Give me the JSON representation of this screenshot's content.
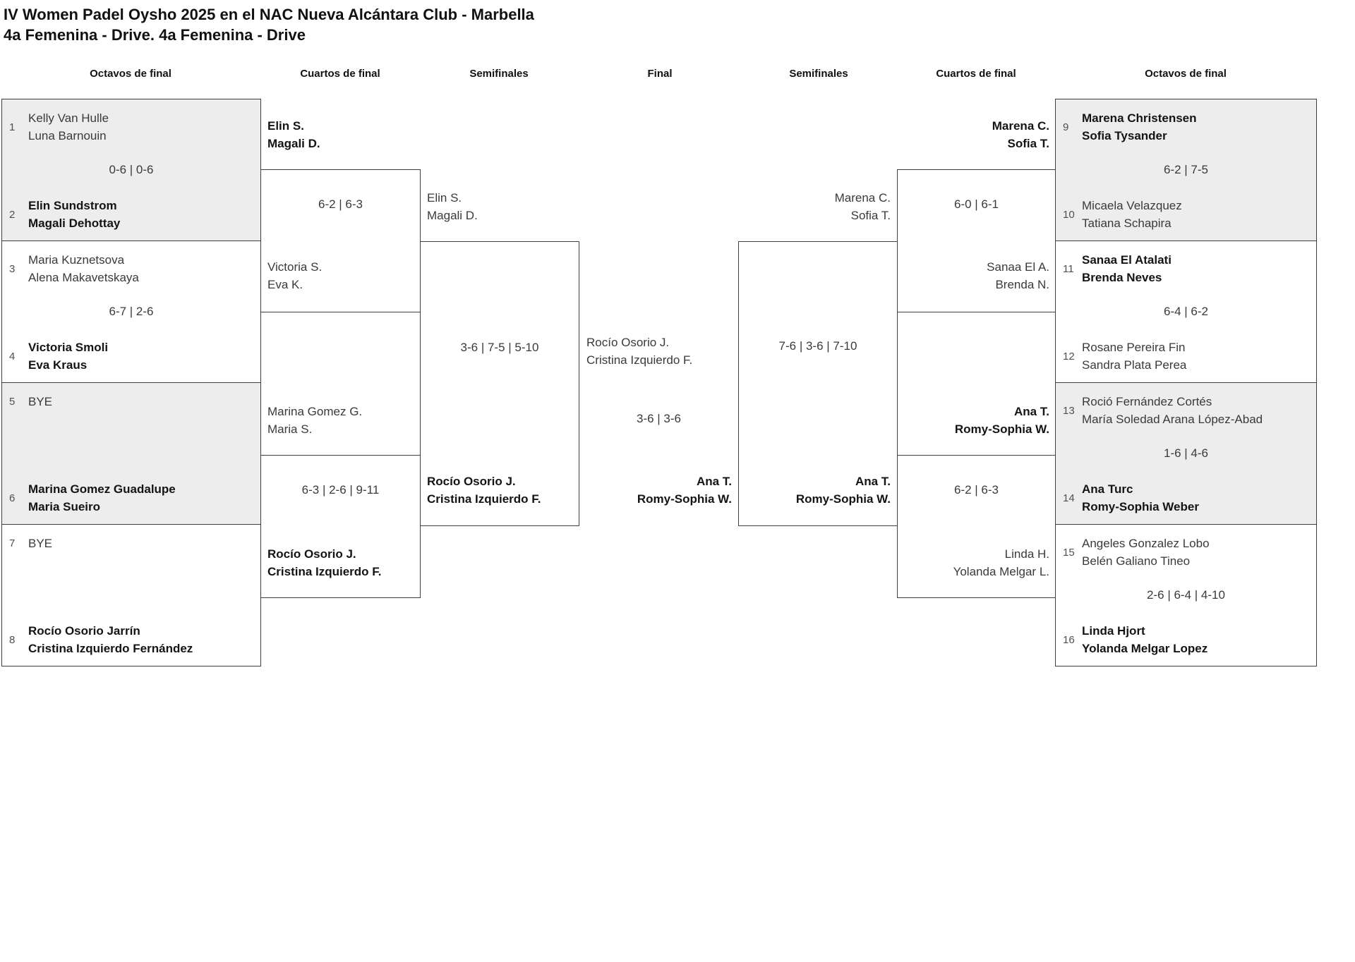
{
  "title": {
    "line1": "IV Women Padel Oysho 2025 en el NAC Nueva Alcántara Club - Marbella",
    "line2": "4a Femenina - Drive. 4a Femenina - Drive"
  },
  "columns": [
    "Octavos de final",
    "Cuartos de final",
    "Semifinales",
    "Final",
    "Semifinales",
    "Cuartos de final",
    "Octavos de final"
  ],
  "colors": {
    "background": "#ffffff",
    "box_fill_alt": "#ededed",
    "border": "#3f3f3f",
    "text": "#3a3a3a",
    "winner_text": "#141414",
    "seed": "#4f4f4f",
    "title": "#111111"
  },
  "octavos_left": [
    {
      "score": "0-6 | 0-6",
      "top": {
        "seed": "1",
        "p1": "Kelly Van Hulle",
        "p2": "Luna Barnouin"
      },
      "bottom": {
        "seed": "2",
        "p1": "Elin Sundstrom",
        "p2": "Magali Dehottay"
      }
    },
    {
      "score": "6-7 | 2-6",
      "top": {
        "seed": "3",
        "p1": "Maria Kuznetsova",
        "p2": "Alena Makavetskaya"
      },
      "bottom": {
        "seed": "4",
        "p1": "Victoria Smoli",
        "p2": "Eva Kraus"
      }
    },
    {
      "score": "",
      "top": {
        "seed": "5",
        "p1": "BYE",
        "p2": ""
      },
      "bottom": {
        "seed": "6",
        "p1": "Marina Gomez Guadalupe",
        "p2": "Maria Sueiro"
      }
    },
    {
      "score": "",
      "top": {
        "seed": "7",
        "p1": "BYE",
        "p2": ""
      },
      "bottom": {
        "seed": "8",
        "p1": "Rocío Osorio Jarrín",
        "p2": "Cristina Izquierdo Fernández"
      }
    }
  ],
  "cuartos_left": [
    {
      "score": "6-2 | 6-3",
      "top": {
        "p1": "Elin S.",
        "p2": "Magali D."
      },
      "bottom": {
        "p1": "Victoria S.",
        "p2": "Eva K."
      }
    },
    {
      "score": "6-3 | 2-6 | 9-11",
      "top": {
        "p1": "Marina Gomez G.",
        "p2": "Maria S."
      },
      "bottom": {
        "p1": "Rocío Osorio J.",
        "p2": "Cristina Izquierdo F."
      }
    }
  ],
  "semifinal_left": {
    "score": "3-6 | 7-5 | 5-10",
    "top": {
      "p1": "Elin S.",
      "p2": "Magali D."
    },
    "bottom": {
      "p1": "Rocío Osorio J.",
      "p2": "Cristina Izquierdo F."
    }
  },
  "final": {
    "score": "3-6 | 3-6",
    "left": {
      "p1": "Rocío Osorio J.",
      "p2": "Cristina Izquierdo F."
    },
    "right": {
      "p1": "Ana T.",
      "p2": "Romy-Sophia W."
    }
  },
  "semifinal_right": {
    "score": "7-6 | 3-6 | 7-10",
    "top": {
      "p1": "Marena C.",
      "p2": "Sofia T."
    },
    "bottom": {
      "p1": "Ana T.",
      "p2": "Romy-Sophia W."
    }
  },
  "cuartos_right": [
    {
      "score": "6-0 | 6-1",
      "top": {
        "p1": "Marena C.",
        "p2": "Sofia T."
      },
      "bottom": {
        "p1": "Sanaa El A.",
        "p2": "Brenda N."
      }
    },
    {
      "score": "6-2 | 6-3",
      "top": {
        "p1": "Ana T.",
        "p2": "Romy-Sophia W."
      },
      "bottom": {
        "p1": "Linda H.",
        "p2": "Yolanda Melgar L."
      }
    }
  ],
  "octavos_right": [
    {
      "score": "6-2 | 7-5",
      "top": {
        "seed": "9",
        "p1": "Marena Christensen",
        "p2": "Sofia Tysander"
      },
      "bottom": {
        "seed": "10",
        "p1": "Micaela Velazquez",
        "p2": "Tatiana Schapira"
      }
    },
    {
      "score": "6-4 | 6-2",
      "top": {
        "seed": "11",
        "p1": "Sanaa El Atalati",
        "p2": "Brenda Neves"
      },
      "bottom": {
        "seed": "12",
        "p1": "Rosane Pereira Fin",
        "p2": "Sandra Plata Perea"
      }
    },
    {
      "score": "1-6 | 4-6",
      "top": {
        "seed": "13",
        "p1": "Roció Fernández Cortés",
        "p2": "María Soledad Arana López-Abad"
      },
      "bottom": {
        "seed": "14",
        "p1": "Ana Turc",
        "p2": "Romy-Sophia Weber"
      }
    },
    {
      "score": "2-6 | 6-4 | 4-10",
      "top": {
        "seed": "15",
        "p1": "Angeles Gonzalez Lobo",
        "p2": "Belén Galiano Tineo"
      },
      "bottom": {
        "seed": "16",
        "p1": "Linda Hjort",
        "p2": "Yolanda Melgar Lopez"
      }
    }
  ]
}
